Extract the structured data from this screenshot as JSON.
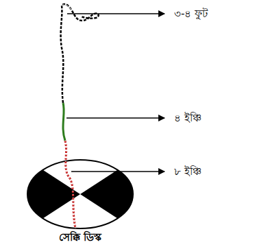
{
  "diagram": {
    "caption": "সেক্কি ডিস্ক",
    "labels": [
      "৩-৪ ফুট",
      "৪ ইঞ্চি",
      "৮ ইঞ্চি"
    ]
  }
}
